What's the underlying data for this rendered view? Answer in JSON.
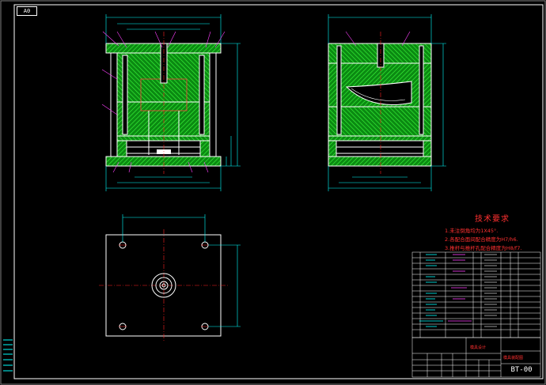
{
  "sheet": {
    "size_tag": "A0",
    "drawing_number": "BT-00"
  },
  "tech_requirements": {
    "title": "技术要求",
    "items": [
      "1.未注倒角均为1X45°.",
      "2.各配合面间配合精度为H7/h6.",
      "3.推杆与推杆孔配合精度为H8/f7."
    ]
  },
  "title_block": {
    "company": "模具设计",
    "drawing_title": "模具装配图"
  },
  "colors": {
    "background": "#000000",
    "line": "#ffffff",
    "hatch": "#00d000",
    "dim": "#00ffff",
    "annotation": "#ff3030",
    "center": "#ff2020",
    "leader": "#ff40ff"
  }
}
